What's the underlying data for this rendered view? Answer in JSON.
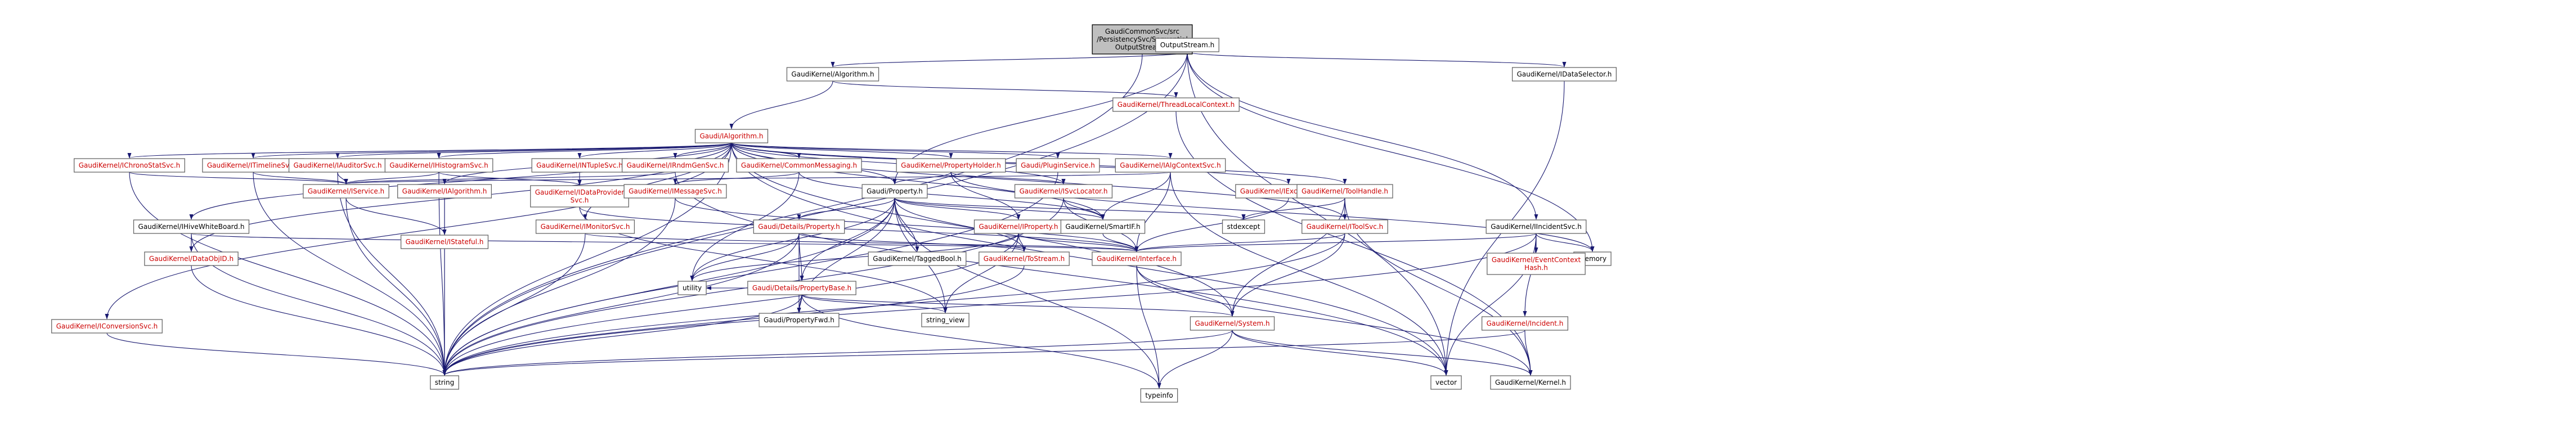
{
  "diagram": {
    "root": "root",
    "nodes": [
      {
        "id": "root",
        "lines": [
          "GaudiCommonSvc/src",
          "/PersistencySvc/Sequential",
          "OutputStream.h"
        ],
        "kind": "root"
      },
      {
        "id": "outputstream",
        "lines": [
          "OutputStream.h"
        ],
        "kind": "local"
      },
      {
        "id": "algorithm",
        "lines": [
          "GaudiKernel/Algorithm.h"
        ],
        "kind": "local"
      },
      {
        "id": "idataselector",
        "lines": [
          "GaudiKernel/IDataSelector.h"
        ],
        "kind": "local"
      },
      {
        "id": "ialgorithm",
        "lines": [
          "Gaudi/IAlgorithm.h"
        ],
        "kind": "ext"
      },
      {
        "id": "threadlocal",
        "lines": [
          "GaudiKernel/ThreadLocalContext.h"
        ],
        "kind": "ext"
      },
      {
        "id": "ichronostatsvc",
        "lines": [
          "GaudiKernel/IChronoStatSvc.h"
        ],
        "kind": "ext"
      },
      {
        "id": "itimelinesvc",
        "lines": [
          "GaudiKernel/ITimelineSvc.h"
        ],
        "kind": "ext"
      },
      {
        "id": "iauditorsvc",
        "lines": [
          "GaudiKernel/IAuditorSvc.h"
        ],
        "kind": "ext"
      },
      {
        "id": "ihistogramsvc",
        "lines": [
          "GaudiKernel/IHistogramSvc.h"
        ],
        "kind": "ext"
      },
      {
        "id": "intuplesvc",
        "lines": [
          "GaudiKernel/INTupleSvc.h"
        ],
        "kind": "ext"
      },
      {
        "id": "irndmgensvc",
        "lines": [
          "GaudiKernel/IRndmGenSvc.h"
        ],
        "kind": "ext"
      },
      {
        "id": "commonmessaging",
        "lines": [
          "GaudiKernel/CommonMessaging.h"
        ],
        "kind": "ext"
      },
      {
        "id": "propertyholder",
        "lines": [
          "GaudiKernel/PropertyHolder.h"
        ],
        "kind": "ext"
      },
      {
        "id": "pluginservice",
        "lines": [
          "Gaudi/PluginService.h"
        ],
        "kind": "ext"
      },
      {
        "id": "ialgcontextsvc",
        "lines": [
          "GaudiKernel/IAlgContextSvc.h"
        ],
        "kind": "ext"
      },
      {
        "id": "iservice",
        "lines": [
          "GaudiKernel/IService.h"
        ],
        "kind": "ext"
      },
      {
        "id": "kialgorithm",
        "lines": [
          "GaudiKernel/IAlgorithm.h"
        ],
        "kind": "ext"
      },
      {
        "id": "idataprovidersvc",
        "lines": [
          "GaudiKernel/IDataProvider",
          "Svc.h"
        ],
        "kind": "ext"
      },
      {
        "id": "imessagesvc",
        "lines": [
          "GaudiKernel/IMessageSvc.h"
        ],
        "kind": "ext"
      },
      {
        "id": "property",
        "lines": [
          "Gaudi/Property.h"
        ],
        "kind": "local"
      },
      {
        "id": "isvclocator",
        "lines": [
          "GaudiKernel/ISvcLocator.h"
        ],
        "kind": "ext"
      },
      {
        "id": "iexceptionsvc",
        "lines": [
          "GaudiKernel/IExceptionSvc.h"
        ],
        "kind": "ext"
      },
      {
        "id": "toolhandle",
        "lines": [
          "GaudiKernel/ToolHandle.h"
        ],
        "kind": "ext"
      },
      {
        "id": "ihivewhiteboard",
        "lines": [
          "GaudiKernel/IHiveWhiteBoard.h"
        ],
        "kind": "local"
      },
      {
        "id": "istateful",
        "lines": [
          "GaudiKernel/IStateful.h"
        ],
        "kind": "ext"
      },
      {
        "id": "imonitorsvc",
        "lines": [
          "GaudiKernel/IMonitorSvc.h"
        ],
        "kind": "ext"
      },
      {
        "id": "detailsproperty",
        "lines": [
          "Gaudi/Details/Property.h"
        ],
        "kind": "ext"
      },
      {
        "id": "iproperty",
        "lines": [
          "GaudiKernel/IProperty.h"
        ],
        "kind": "ext"
      },
      {
        "id": "smartif",
        "lines": [
          "GaudiKernel/SmartIF.h"
        ],
        "kind": "local"
      },
      {
        "id": "stdexcept",
        "lines": [
          "stdexcept"
        ],
        "kind": "local"
      },
      {
        "id": "itoolsvc",
        "lines": [
          "GaudiKernel/IToolSvc.h"
        ],
        "kind": "ext"
      },
      {
        "id": "iincidentsvc",
        "lines": [
          "GaudiKernel/IIncidentSvc.h"
        ],
        "kind": "local"
      },
      {
        "id": "memory",
        "lines": [
          "memory"
        ],
        "kind": "local"
      },
      {
        "id": "dataobjid",
        "lines": [
          "GaudiKernel/DataObjID.h"
        ],
        "kind": "ext"
      },
      {
        "id": "detailspropertybase",
        "lines": [
          "Gaudi/Details/PropertyBase.h"
        ],
        "kind": "ext"
      },
      {
        "id": "taggedbool",
        "lines": [
          "GaudiKernel/TaggedBool.h"
        ],
        "kind": "local"
      },
      {
        "id": "tostream",
        "lines": [
          "GaudiKernel/ToStream.h"
        ],
        "kind": "ext"
      },
      {
        "id": "interface",
        "lines": [
          "GaudiKernel/Interface.h"
        ],
        "kind": "ext"
      },
      {
        "id": "eventcontexthash",
        "lines": [
          "GaudiKernel/EventContext",
          "Hash.h"
        ],
        "kind": "ext"
      },
      {
        "id": "iconversionsvc",
        "lines": [
          "GaudiKernel/IConversionSvc.h"
        ],
        "kind": "ext"
      },
      {
        "id": "utility",
        "lines": [
          "utility"
        ],
        "kind": "local"
      },
      {
        "id": "propertyfwd",
        "lines": [
          "Gaudi/PropertyFwd.h"
        ],
        "kind": "local"
      },
      {
        "id": "string_view",
        "lines": [
          "string_view"
        ],
        "kind": "local"
      },
      {
        "id": "system",
        "lines": [
          "GaudiKernel/System.h"
        ],
        "kind": "ext"
      },
      {
        "id": "iincident",
        "lines": [
          "GaudiKernel/Incident.h"
        ],
        "kind": "ext"
      },
      {
        "id": "string",
        "lines": [
          "string"
        ],
        "kind": "local"
      },
      {
        "id": "typeinfo",
        "lines": [
          "typeinfo"
        ],
        "kind": "local"
      },
      {
        "id": "vector",
        "lines": [
          "vector"
        ],
        "kind": "local"
      },
      {
        "id": "kernel",
        "lines": [
          "GaudiKernel/Kernel.h"
        ],
        "kind": "local"
      }
    ],
    "edges": [
      [
        "root",
        "outputstream"
      ],
      [
        "root",
        "string"
      ],
      [
        "outputstream",
        "algorithm"
      ],
      [
        "outputstream",
        "idataselector"
      ],
      [
        "outputstream",
        "iincidentsvc"
      ],
      [
        "outputstream",
        "property"
      ],
      [
        "outputstream",
        "memory"
      ],
      [
        "outputstream",
        "string"
      ],
      [
        "outputstream",
        "vector"
      ],
      [
        "algorithm",
        "ialgorithm"
      ],
      [
        "algorithm",
        "threadlocal"
      ],
      [
        "idataselector",
        "vector"
      ],
      [
        "threadlocal",
        "kernel"
      ],
      [
        "ialgorithm",
        "ichronostatsvc"
      ],
      [
        "ialgorithm",
        "itimelinesvc"
      ],
      [
        "ialgorithm",
        "iauditorsvc"
      ],
      [
        "ialgorithm",
        "ihistogramsvc"
      ],
      [
        "ialgorithm",
        "intuplesvc"
      ],
      [
        "ialgorithm",
        "irndmgensvc"
      ],
      [
        "ialgorithm",
        "commonmessaging"
      ],
      [
        "ialgorithm",
        "propertyholder"
      ],
      [
        "ialgorithm",
        "pluginservice"
      ],
      [
        "ialgorithm",
        "ialgcontextsvc"
      ],
      [
        "ialgorithm",
        "kialgorithm"
      ],
      [
        "ialgorithm",
        "ihivewhiteboard"
      ],
      [
        "ialgorithm",
        "property"
      ],
      [
        "ialgorithm",
        "isvclocator"
      ],
      [
        "ialgorithm",
        "iexceptionsvc"
      ],
      [
        "ialgorithm",
        "toolhandle"
      ],
      [
        "ialgorithm",
        "imonitorsvc"
      ],
      [
        "ialgorithm",
        "iconversionsvc"
      ],
      [
        "ialgorithm",
        "dataobjid"
      ],
      [
        "ialgorithm",
        "string"
      ],
      [
        "ialgorithm",
        "vector"
      ],
      [
        "ialgorithm",
        "system"
      ],
      [
        "ialgorithm",
        "itoolsvc"
      ],
      [
        "ialgorithm",
        "smartif"
      ],
      [
        "ichronostatsvc",
        "iservice"
      ],
      [
        "ichronostatsvc",
        "string"
      ],
      [
        "itimelinesvc",
        "iservice"
      ],
      [
        "itimelinesvc",
        "string"
      ],
      [
        "iauditorsvc",
        "iservice"
      ],
      [
        "iauditorsvc",
        "string"
      ],
      [
        "ihistogramsvc",
        "iservice"
      ],
      [
        "ihistogramsvc",
        "idataprovidersvc"
      ],
      [
        "ihistogramsvc",
        "string"
      ],
      [
        "intuplesvc",
        "idataprovidersvc"
      ],
      [
        "irndmgensvc",
        "iservice"
      ],
      [
        "irndmgensvc",
        "vector"
      ],
      [
        "commonmessaging",
        "imessagesvc"
      ],
      [
        "commonmessaging",
        "smartif"
      ],
      [
        "commonmessaging",
        "utility"
      ],
      [
        "propertyholder",
        "property"
      ],
      [
        "propertyholder",
        "iproperty"
      ],
      [
        "propertyholder",
        "isvclocator"
      ],
      [
        "propertyholder",
        "memory"
      ],
      [
        "pluginservice",
        "string"
      ],
      [
        "ialgcontextsvc",
        "iservice"
      ],
      [
        "ialgcontextsvc",
        "smartif"
      ],
      [
        "ialgcontextsvc",
        "vector"
      ],
      [
        "ialgcontextsvc",
        "interface"
      ],
      [
        "iservice",
        "istateful"
      ],
      [
        "iservice",
        "string"
      ],
      [
        "kialgorithm",
        "istateful"
      ],
      [
        "kialgorithm",
        "string"
      ],
      [
        "idataprovidersvc",
        "interface"
      ],
      [
        "idataprovidersvc",
        "string_view"
      ],
      [
        "imessagesvc",
        "interface"
      ],
      [
        "imessagesvc",
        "string"
      ],
      [
        "property",
        "detailsproperty"
      ],
      [
        "property",
        "detailspropertybase"
      ],
      [
        "property",
        "iproperty"
      ],
      [
        "property",
        "smartif"
      ],
      [
        "property",
        "taggedbool"
      ],
      [
        "property",
        "tostream"
      ],
      [
        "property",
        "string"
      ],
      [
        "property",
        "string_view"
      ],
      [
        "property",
        "utility"
      ],
      [
        "property",
        "typeinfo"
      ],
      [
        "property",
        "stdexcept"
      ],
      [
        "property",
        "propertyfwd"
      ],
      [
        "isvclocator",
        "interface"
      ],
      [
        "isvclocator",
        "smartif"
      ],
      [
        "isvclocator",
        "string"
      ],
      [
        "iexceptionsvc",
        "interface"
      ],
      [
        "toolhandle",
        "itoolsvc"
      ],
      [
        "toolhandle",
        "system"
      ],
      [
        "toolhandle",
        "stdexcept"
      ],
      [
        "toolhandle",
        "kernel"
      ],
      [
        "ihivewhiteboard",
        "dataobjid"
      ],
      [
        "ihivewhiteboard",
        "interface"
      ],
      [
        "ihivewhiteboard",
        "string"
      ],
      [
        "istateful",
        "string"
      ],
      [
        "imonitorsvc",
        "interface"
      ],
      [
        "imonitorsvc",
        "string"
      ],
      [
        "detailsproperty",
        "detailspropertybase"
      ],
      [
        "detailsproperty",
        "utility"
      ],
      [
        "detailsproperty",
        "string"
      ],
      [
        "detailsproperty",
        "propertyfwd"
      ],
      [
        "detailsproperty",
        "tostream"
      ],
      [
        "iproperty",
        "interface"
      ],
      [
        "iproperty",
        "tostream"
      ],
      [
        "iproperty",
        "string"
      ],
      [
        "iproperty",
        "string_view"
      ],
      [
        "iproperty",
        "utility"
      ],
      [
        "smartif",
        "interface"
      ],
      [
        "itoolsvc",
        "interface"
      ],
      [
        "itoolsvc",
        "string"
      ],
      [
        "itoolsvc",
        "system"
      ],
      [
        "iincidentsvc",
        "interface"
      ],
      [
        "iincidentsvc",
        "eventcontexthash"
      ],
      [
        "iincidentsvc",
        "iincident"
      ],
      [
        "iincidentsvc",
        "memory"
      ],
      [
        "iincidentsvc",
        "string"
      ],
      [
        "iincidentsvc",
        "vector"
      ],
      [
        "dataobjid",
        "string"
      ],
      [
        "detailspropertybase",
        "propertyfwd"
      ],
      [
        "detailspropertybase",
        "string"
      ],
      [
        "detailspropertybase",
        "string_view"
      ],
      [
        "detailspropertybase",
        "typeinfo"
      ],
      [
        "detailspropertybase",
        "utility"
      ],
      [
        "detailspropertybase",
        "system"
      ],
      [
        "tostream",
        "string"
      ],
      [
        "interface",
        "system"
      ],
      [
        "interface",
        "typeinfo"
      ],
      [
        "interface",
        "kernel"
      ],
      [
        "iconversionsvc",
        "string"
      ],
      [
        "system",
        "string"
      ],
      [
        "system",
        "typeinfo"
      ],
      [
        "system",
        "vector"
      ],
      [
        "system",
        "kernel"
      ],
      [
        "iincident",
        "string"
      ],
      [
        "iincident",
        "kernel"
      ]
    ]
  }
}
